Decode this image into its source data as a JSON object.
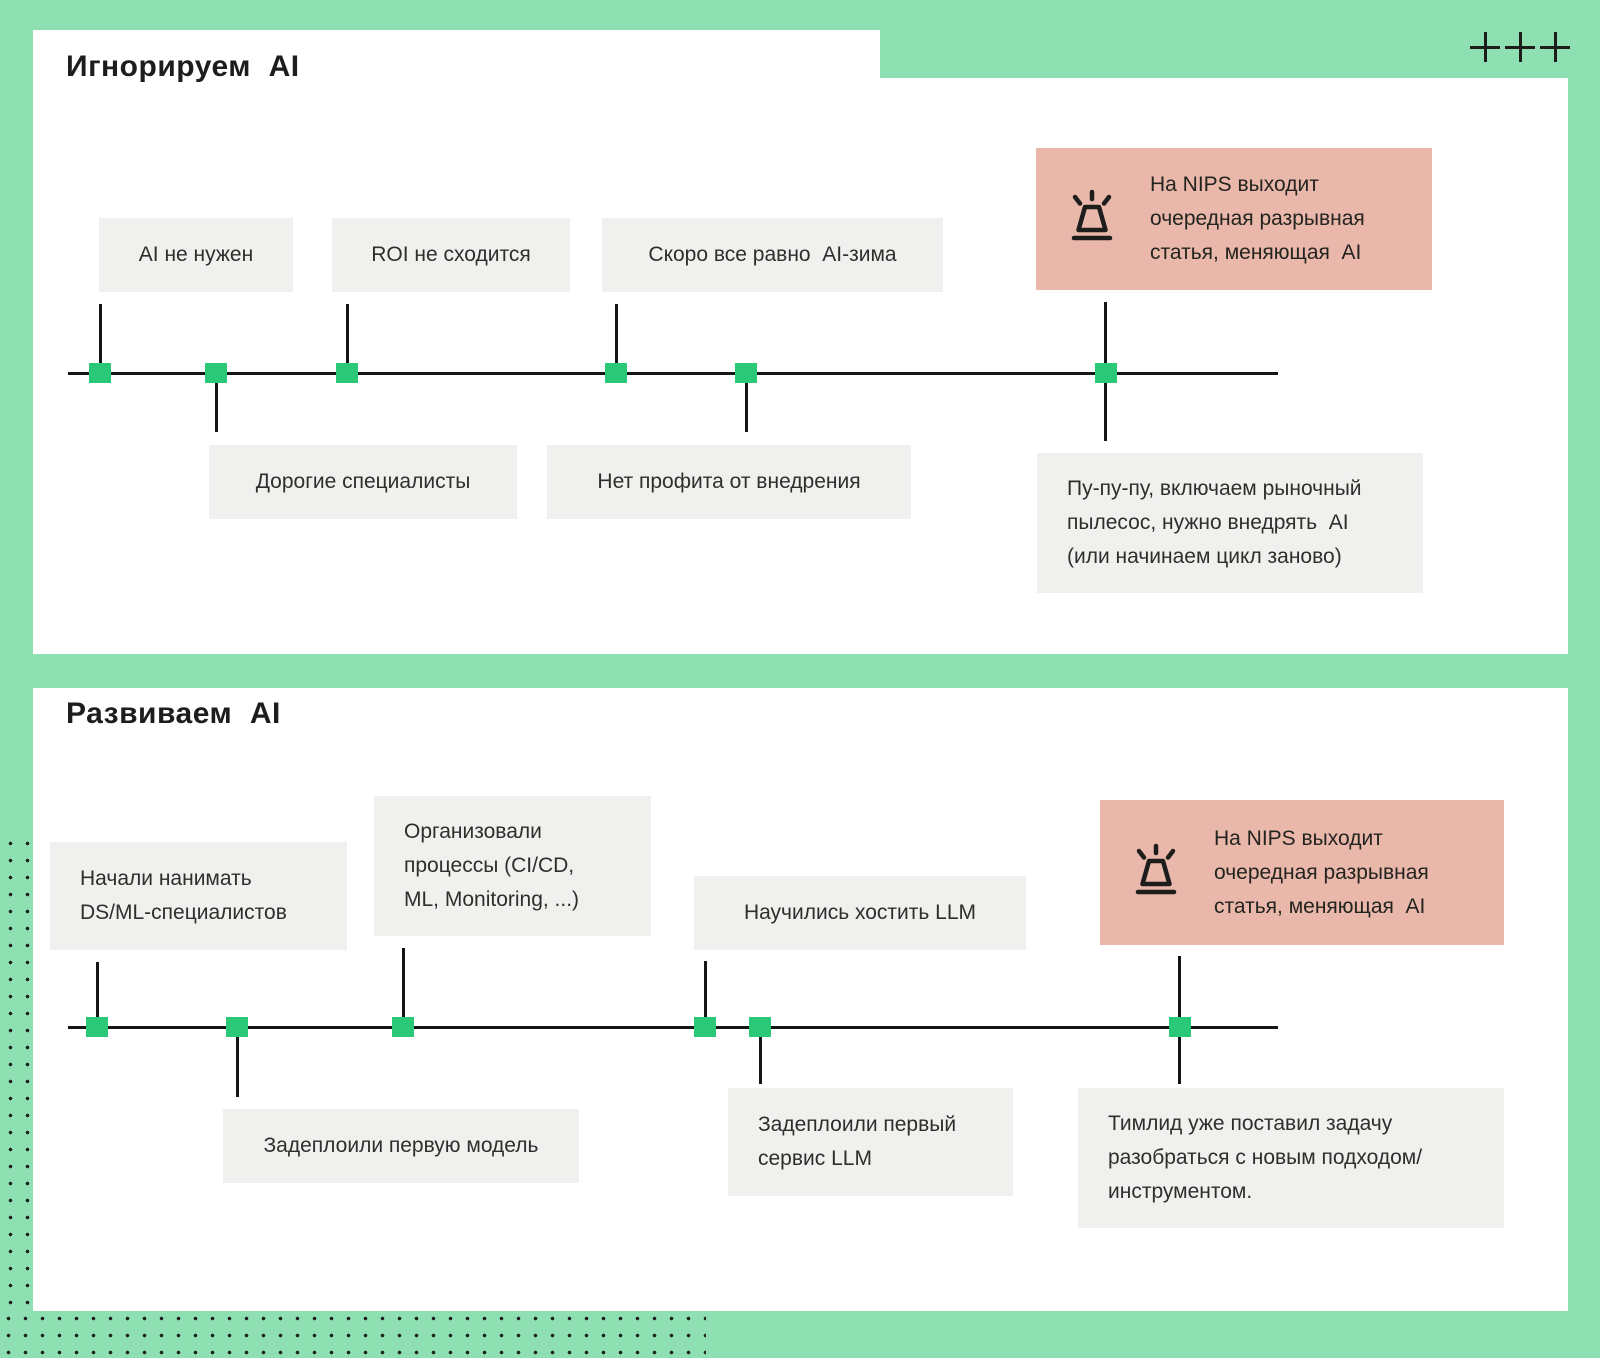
{
  "colors": {
    "background_mint": "#8EE0B3",
    "panel_white": "#FFFFFF",
    "event_box_gray": "#F0F0EF",
    "alert_pink": "#E9B8AA",
    "marker_green": "#2BC977",
    "line_black": "#161616",
    "text_dark": "#1D1D1B"
  },
  "icons": {
    "alert": "siren-icon",
    "decoration": "plus-icon",
    "pattern": "dot-pattern"
  },
  "panel_ignore": {
    "title": "Игнорируем  AI",
    "events_top": [
      "AI не нужен",
      "ROI не сходится",
      "Скоро все равно  AI-зима"
    ],
    "events_bottom": [
      "Дорогие специалисты",
      "Нет профита от внедрения",
      "Пу-пу-пу, включаем рыночный\nпылесос, нужно внедрять  AI\n(или начинаем цикл заново)"
    ],
    "alert": {
      "icon": "siren-icon",
      "text": "На NIPS выходит\nочередная разрывная\nстатья, меняющая  AI"
    }
  },
  "panel_develop": {
    "title": "Развиваем  AI",
    "events_top": [
      "Начали нанимать\nDS/ML-специалистов",
      "Организовали\nпроцессы (CI/CD,\nML, Monitoring, ...)",
      "Научились хостить LLM"
    ],
    "events_bottom": [
      "Задеплоили первую модель",
      "Задеплоили первый\nсервис LLM",
      "Тимлид уже поставил задачу\nразобраться с новым подходом/\nинструментом."
    ],
    "alert": {
      "icon": "siren-icon",
      "text": "На NIPS выходит\nочередная разрывная\nстатья, меняющая  AI"
    }
  }
}
